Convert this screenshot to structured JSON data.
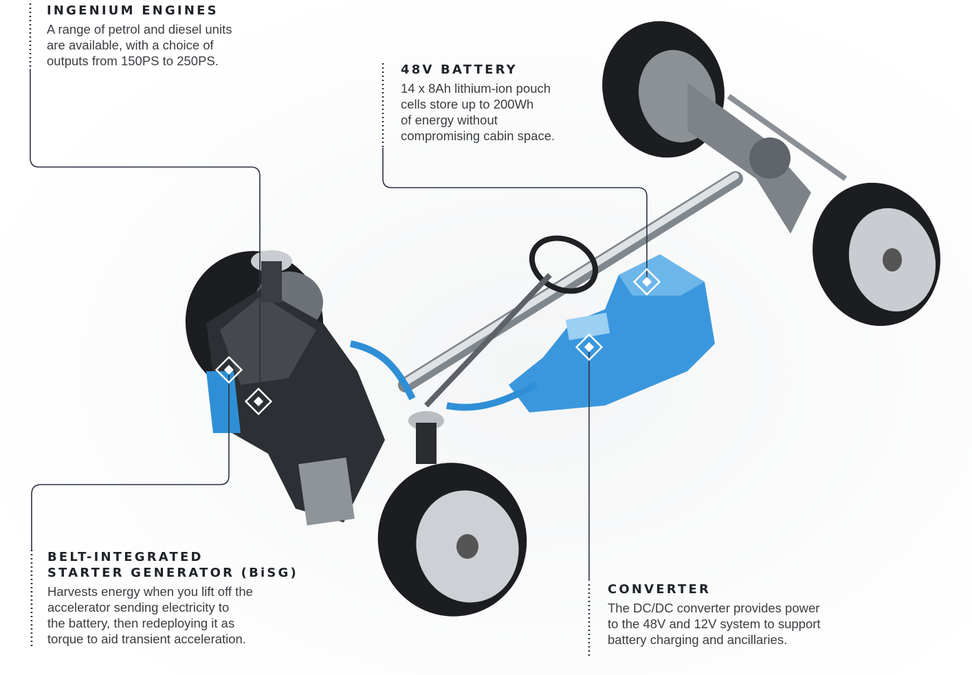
{
  "callouts": {
    "engines": {
      "title": "INGENIUM ENGINES",
      "lines": [
        "A range of petrol and diesel units",
        "are available, with a choice of",
        "outputs from 150PS to 250PS."
      ]
    },
    "battery": {
      "title": "48V BATTERY",
      "lines": [
        "14 x 8Ah lithium-ion pouch",
        "cells store up to 200Wh",
        "of energy without",
        "compromising cabin space."
      ]
    },
    "bisg": {
      "title_lines": [
        "BELT-INTEGRATED",
        "STARTER GENERATOR (BiSG)"
      ],
      "lines": [
        "Harvests energy when you lift off the",
        "accelerator sending electricity to",
        "the battery, then redeploying it as",
        "torque to aid transient acceleration."
      ]
    },
    "converter": {
      "title": "CONVERTER",
      "lines": [
        "The DC/DC converter provides power",
        "to the 48V and 12V system to support",
        "battery charging and ancillaries."
      ]
    }
  },
  "colors": {
    "accent_blue": "#2f8fd6",
    "line": "#2a3140",
    "tyre": "#1c1d20"
  }
}
